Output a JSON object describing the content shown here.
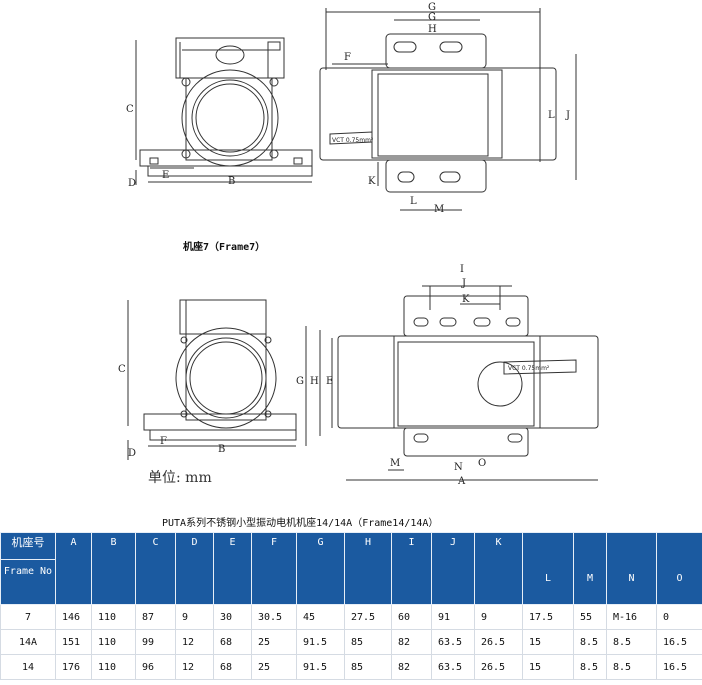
{
  "captions": {
    "frame7": "机座7（Frame7）",
    "frame14": "PUTA系列不锈钢小型振动电机机座14/14A（Frame14/14A）",
    "unit": "单位: mm"
  },
  "dim_labels": {
    "top_front": [
      "C",
      "D",
      "E",
      "B"
    ],
    "top_plan": [
      "G",
      "H",
      "F",
      "L",
      "J",
      "K",
      "L",
      "M"
    ],
    "bottom_front": [
      "C",
      "D",
      "F",
      "B"
    ],
    "bottom_plan": [
      "I",
      "J",
      "K",
      "G",
      "H",
      "E",
      "M",
      "N",
      "O",
      "A"
    ],
    "vct": "VCT 0.75mm²"
  },
  "table": {
    "header_zh": "机座号",
    "header_en": "Frame No",
    "columns": [
      "A",
      "B",
      "C",
      "D",
      "E",
      "F",
      "G",
      "H",
      "I",
      "J",
      "K",
      "L",
      "M",
      "N",
      "O"
    ],
    "rows": [
      {
        "frame": "7",
        "values": [
          "146",
          "110",
          "87",
          "9",
          "30",
          "30.5",
          "45",
          "27.5",
          "60",
          "91",
          "9",
          "17.5",
          "55",
          "M-16",
          "0"
        ]
      },
      {
        "frame": "14A",
        "values": [
          "151",
          "110",
          "99",
          "12",
          "68",
          "25",
          "91.5",
          "85",
          "82",
          "63.5",
          "26.5",
          "15",
          "8.5",
          "8.5",
          "16.5"
        ]
      },
      {
        "frame": "14",
        "values": [
          "176",
          "110",
          "96",
          "12",
          "68",
          "25",
          "91.5",
          "85",
          "82",
          "63.5",
          "26.5",
          "15",
          "8.5",
          "8.5",
          "16.5"
        ]
      }
    ]
  },
  "colors": {
    "header_bg": "#1b5aa0",
    "header_text": "#ffffff",
    "line": "#333333"
  }
}
